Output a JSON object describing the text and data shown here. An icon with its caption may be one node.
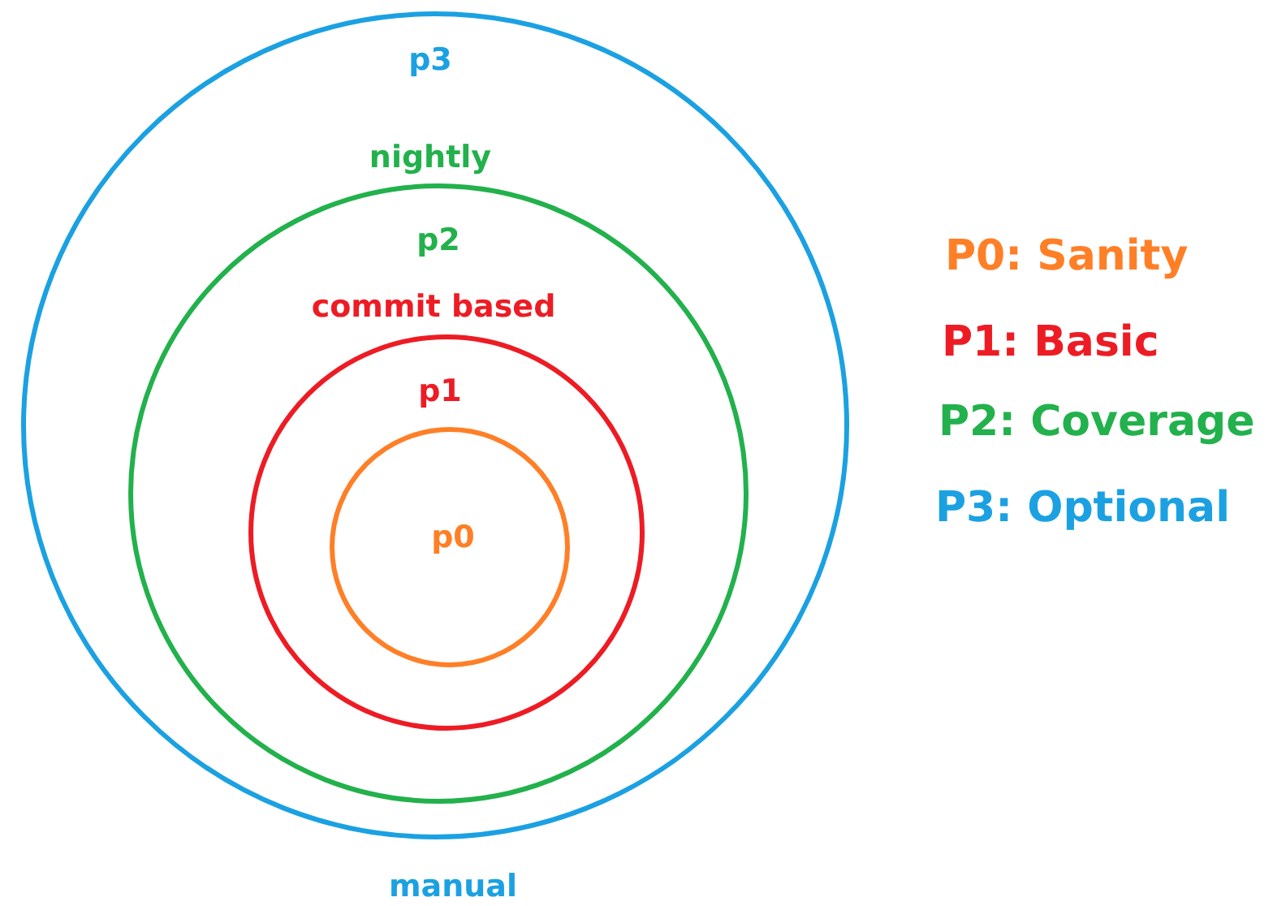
{
  "diagram": {
    "nodes": [
      {
        "text": [
          "p3"
        ],
        "beside": [
          "manual"
        ]
      },
      {
        "text": [
          "p2"
        ],
        "beside": [
          "nightly"
        ],
        "in": 0
      },
      {
        "text": [
          "p1"
        ],
        "beside": [
          "commit based"
        ],
        "in": 1
      },
      {
        "text": [
          "p0"
        ],
        "in": 2
      }
    ],
    "legend": [
      {
        "text": "P0: Sanity",
        "color": "#ff7f27"
      },
      {
        "text": "P1: Basic",
        "color": "#ed1c24"
      },
      {
        "text": "P2: Coverage",
        "color": "#22b14c"
      },
      {
        "text": "P3: Optional",
        "color": "#1ba1e2"
      }
    ]
  }
}
